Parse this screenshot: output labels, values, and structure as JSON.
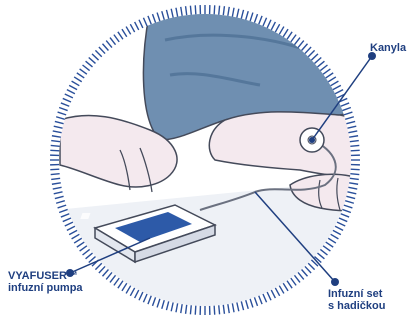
{
  "labels": {
    "cannula": "Kanyla",
    "pump_line1": "VYAFUSER™",
    "pump_line2": "infuzní pumpa",
    "set_line1": "Infuzní set",
    "set_line2": "s hadičkou"
  },
  "colors": {
    "label_text": "#1f3f80",
    "leader_line": "#1f3f80",
    "dial_ring": "#2a4f9a",
    "shirt": "#6f8fb1",
    "shirt_dark": "#55779b",
    "skin": "#f4e9ee",
    "outline": "#444a5a",
    "table": "#eef1f6",
    "pump_screen": "#2d5aa8"
  }
}
